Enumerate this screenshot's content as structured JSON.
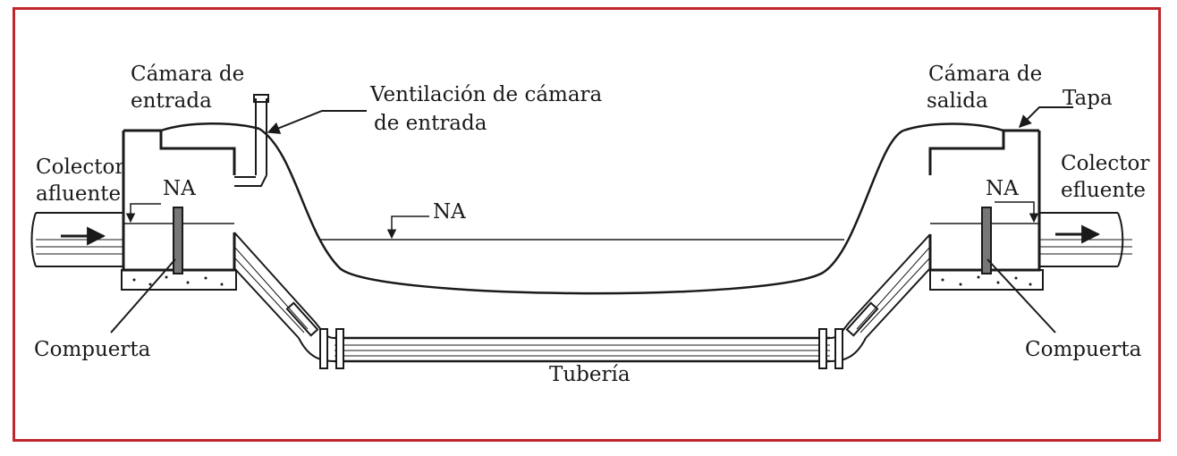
{
  "colors": {
    "frame": "#c0272d",
    "line": "#1a1a1a",
    "fill": "#ffffff"
  },
  "labels": {
    "inlet_chamber_l1": "Cámara de",
    "inlet_chamber_l2": "entrada",
    "vent_l1": "Ventilación de cámara",
    "vent_l2": "de entrada",
    "outlet_chamber_l1": "Cámara de",
    "outlet_chamber_l2": "salida",
    "lid": "Tapa",
    "inflow_l1": "Colector",
    "inflow_l2": "afluente",
    "outflow_l1": "Colector",
    "outflow_l2": "efluente",
    "water_level_left": "NA",
    "water_level_center": "NA",
    "water_level_right": "NA",
    "gate_left": "Compuerta",
    "gate_right": "Compuerta",
    "pipe": "Tubería"
  }
}
